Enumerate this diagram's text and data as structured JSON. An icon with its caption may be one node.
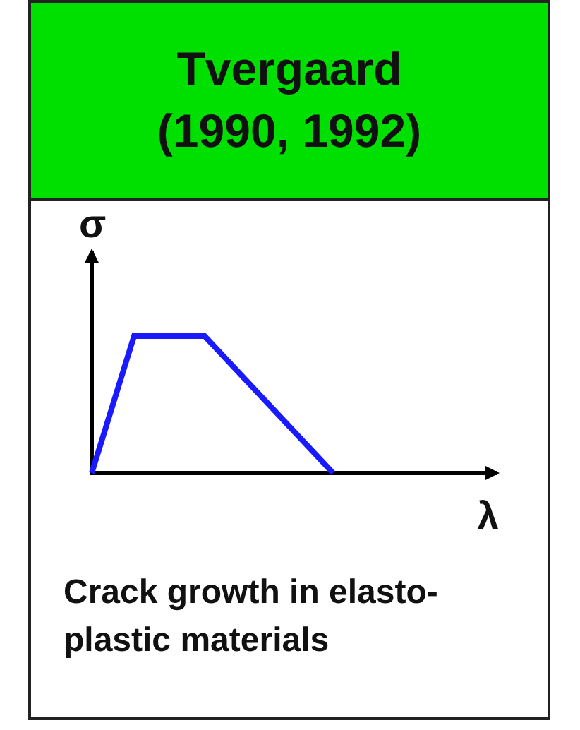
{
  "diagram": {
    "nodes": [
      {
        "text": [
          "Tvergaard (1990, 1992)"
        ]
      }
    ],
    "labels": [
      "σ",
      "λ",
      "Crack growth in elasto-plastic materials"
    ]
  }
}
